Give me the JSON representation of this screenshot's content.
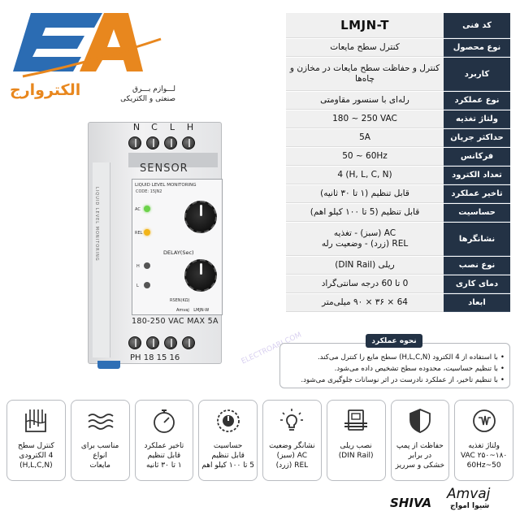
{
  "logo": {
    "tagline_line1": "لـــوازم بـــرق",
    "tagline_line2": "صنعتی و الکتریکی",
    "wordmark": "الکتروارج",
    "colors": {
      "blue": "#2b6cb3",
      "orange": "#e8871e"
    }
  },
  "product": {
    "top_terminals": [
      "N",
      "C",
      "L",
      "H"
    ],
    "sensor_label": "SENSOR",
    "face_title": "LIQUID LEVEL MONITORING",
    "face_code": "CODE: 15JN2",
    "led_ac": "AC",
    "led_rel": "REL",
    "led_h": "H",
    "led_l": "L",
    "delay_label": "DELAY(Sec)",
    "rsen_label": "RSEN(KΩ)",
    "brand_mini": "Amvaj",
    "model_mini": "LMJN-W",
    "rating": "180-250 VAC MAX 5A",
    "bottom_terminals": "PH 18 15 16",
    "side_text": "LIQUID LEVEL MONITORING",
    "watermark": "ELECTROARJ.COM"
  },
  "spec": [
    {
      "key": "کد فنی",
      "value": "LMJN-T"
    },
    {
      "key": "نوع محصول",
      "value": "کنترل سطح مایعات"
    },
    {
      "key": "کاربرد",
      "value": "کنترل و حفاظت سطح مایعات در مخازن و چاه‌ها"
    },
    {
      "key": "نوع عملکرد",
      "value": "رله‌ای با سنسور مقاومتی"
    },
    {
      "key": "ولتاژ تغذیه",
      "value": "180 ~ 250 VAC"
    },
    {
      "key": "حداکثر جریان",
      "value": "5A"
    },
    {
      "key": "فرکانس",
      "value": "50 ~ 60Hz"
    },
    {
      "key": "تعداد الکترود",
      "value": "4 (H, L, C, N)"
    },
    {
      "key": "تاخیر عملکرد",
      "value": "قابل تنظیم (۱ تا ۳۰ ثانیه)"
    },
    {
      "key": "حساسیت",
      "value": "قابل تنظیم (5 تا ۱۰۰ کیلو اهم)"
    },
    {
      "key": "نشانگرها",
      "value_line1": "AC (سبز) - تغذیه",
      "value_line2": "REL (زرد) - وضعیت رله"
    },
    {
      "key": "نوع نصب",
      "value": "ریلی (DIN Rail)"
    },
    {
      "key": "دمای کاری",
      "value": "0 تا 60 درجه سانتی‌گراد"
    },
    {
      "key": "ابعاد",
      "value": "64 × ۳۶ × ۹۰ میلی‌متر"
    }
  ],
  "operation": {
    "title": "نحوه عملکرد",
    "lines": [
      "با استفاده از 4 الکترود (H,L,C,N) سطح مایع را کنترل می‌کند.",
      "با تنظیم حساسیت، محدوده سطح تشخیص داده می‌شود.",
      "با تنظیم تاخیر، از عملکرد نادرست در اثر نوسانات جلوگیری می‌شود."
    ]
  },
  "features": [
    {
      "icon": "tank-electrodes-icon",
      "line1": "کنترل سطح",
      "line2": "4 الکترودی",
      "line3": "(H,L,C,N)"
    },
    {
      "icon": "waves-icon",
      "line1": "مناسب برای انواع",
      "line2": "مایعات",
      "line3": ""
    },
    {
      "icon": "stopwatch-icon",
      "line1": "تاخیر عملکرد",
      "line2": "قابل تنظیم",
      "line3": "۱ تا ۳۰ ثانیه"
    },
    {
      "icon": "dial-icon",
      "line1": "حساسیت",
      "line2": "قابل تنظیم",
      "line3": "5 تا ۱۰۰ کیلو اهم"
    },
    {
      "icon": "bulb-icon",
      "line1": "نشانگر وضعیت",
      "line2": "AC (سبز)",
      "line3": "REL (زرد)"
    },
    {
      "icon": "din-rail-icon",
      "line1": "نصب ریلی",
      "line2": "(DIN Rail)",
      "line3": ""
    },
    {
      "icon": "shield-icon",
      "line1": "حفاظت از پمپ",
      "line2": "در برابر",
      "line3": "خشکی و سرریز"
    },
    {
      "icon": "voltage-icon",
      "line1": "ولتاژ تغذیه",
      "line2": "۱۸۰~۲۵۰ VAC",
      "line3": "50~60Hz"
    }
  ],
  "footer": {
    "shiva": "SHIVA",
    "amvaj": "Amvaj",
    "fa_name": "شیوا امواج"
  }
}
